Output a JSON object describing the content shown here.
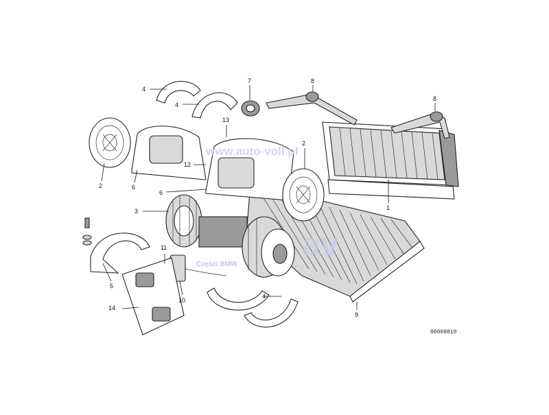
{
  "diagram": {
    "callouts": [
      {
        "id": "c1",
        "label": "1"
      },
      {
        "id": "c2a",
        "label": "2"
      },
      {
        "id": "c2b",
        "label": "2"
      },
      {
        "id": "c3",
        "label": "3"
      },
      {
        "id": "c4a",
        "label": "4"
      },
      {
        "id": "c4b",
        "label": "4"
      },
      {
        "id": "c4c",
        "label": "4"
      },
      {
        "id": "c5",
        "label": "5"
      },
      {
        "id": "c6a",
        "label": "6"
      },
      {
        "id": "c6b",
        "label": "6"
      },
      {
        "id": "c7",
        "label": "7"
      },
      {
        "id": "c8a",
        "label": "8"
      },
      {
        "id": "c8b",
        "label": "8"
      },
      {
        "id": "c9",
        "label": "9"
      },
      {
        "id": "c10",
        "label": "10"
      },
      {
        "id": "c11",
        "label": "11"
      },
      {
        "id": "c12",
        "label": "12"
      },
      {
        "id": "c13",
        "label": "13"
      },
      {
        "id": "c14",
        "label": "14"
      }
    ],
    "drawing_code": "00008810"
  },
  "watermark": {
    "url": "www.auto-voll.pl",
    "brand": "Części BMW",
    "logo_text": "av"
  }
}
